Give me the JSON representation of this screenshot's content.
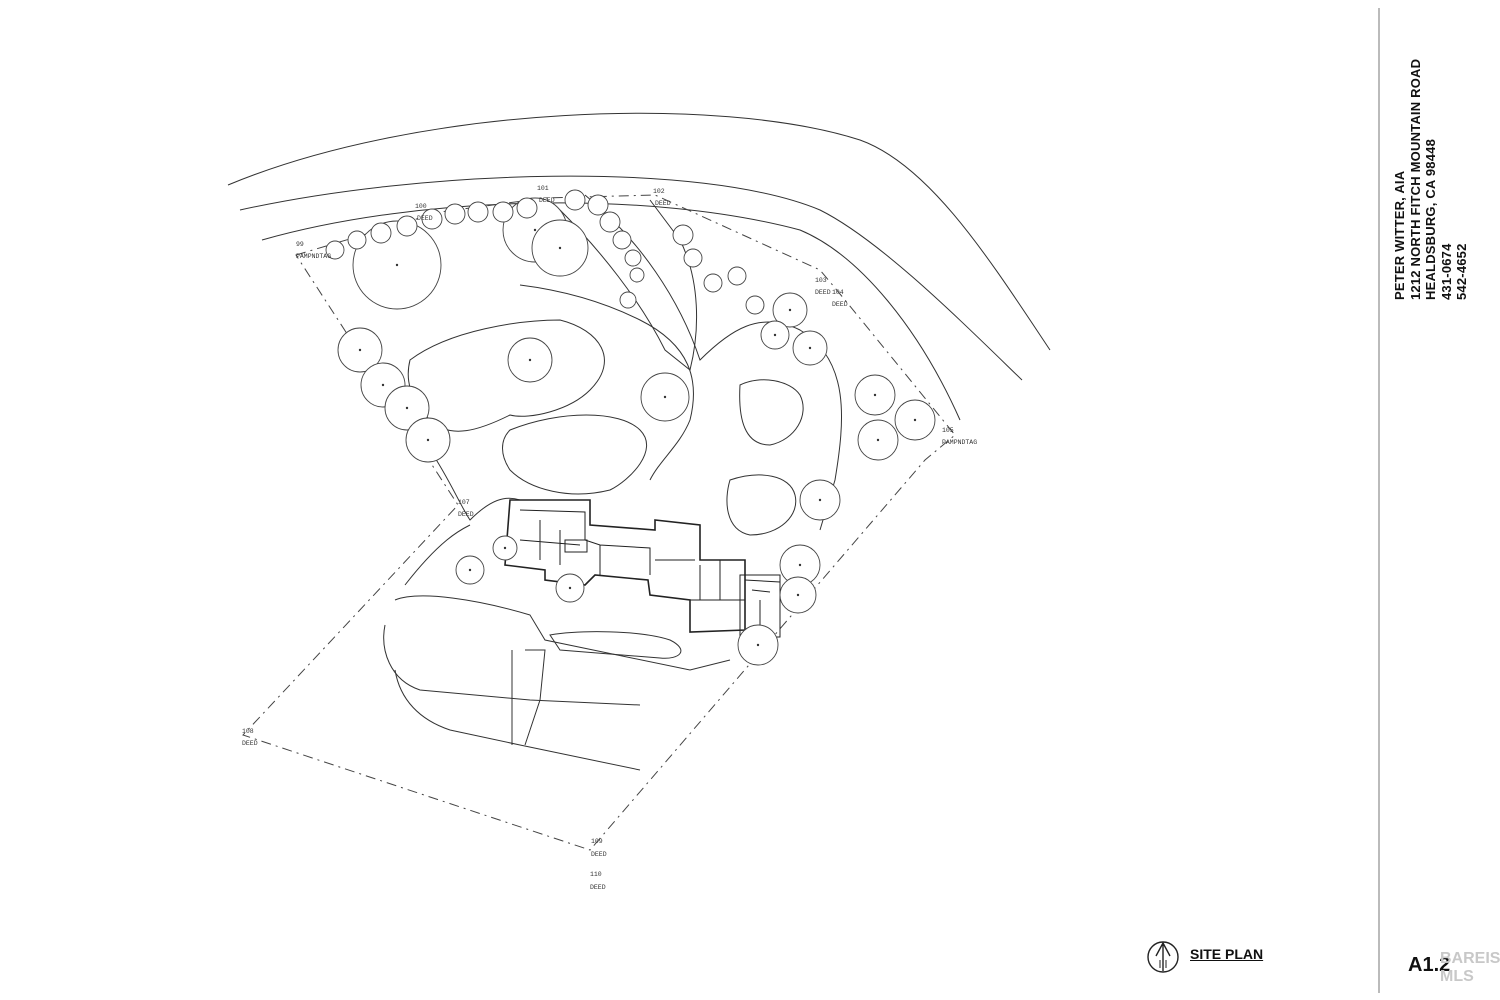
{
  "architect": {
    "name": "PETER WITTER, AIA",
    "street": "1212 NORTH FITCH MOUNTAIN ROAD",
    "city": "HEALDSBURG, CA 98448",
    "phone1": "431-0674",
    "phone2": "542-4652"
  },
  "sheet": {
    "title": "SITE PLAN",
    "number": "A1.2"
  },
  "watermark": "BAREIS MLS",
  "survey_points": [
    {
      "num": "99",
      "desc": "PAMPNDTAG"
    },
    {
      "num": "100",
      "desc": "DEED"
    },
    {
      "num": "101",
      "desc": "DEED"
    },
    {
      "num": "102",
      "desc": "DEED"
    },
    {
      "num": "103",
      "desc": "DEED"
    },
    {
      "num": "104",
      "desc": "DEED"
    },
    {
      "num": "105",
      "desc": "PAMPNDTAG"
    },
    {
      "num": "107",
      "desc": "DEED"
    },
    {
      "num": "108",
      "desc": "DEED"
    },
    {
      "num": "109",
      "desc": "DEED"
    },
    {
      "num": "110",
      "desc": "DEED"
    }
  ],
  "icons": {
    "north_arrow": "north-arrow-icon"
  }
}
